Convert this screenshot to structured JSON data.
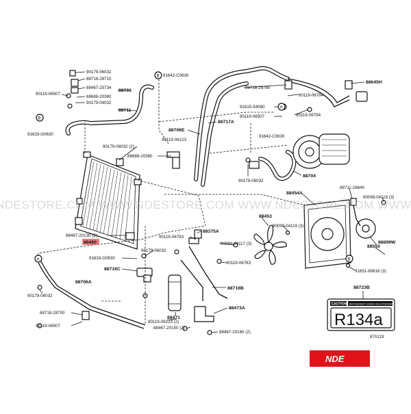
{
  "watermark": "NDESTORE.COM  WWW.NDESTORE.COM  WWW.NDESTORE.COM  WWW.NDESTORE.C",
  "brand": {
    "logo_text": "NDE",
    "logo_color": "#e0131b",
    "highlight_color": "#e86a6a"
  },
  "labels": [
    {
      "id": "p90179_06032_a",
      "text": "90179-06032"
    },
    {
      "id": "p88718_28710",
      "text": "88718-28710"
    },
    {
      "id": "p88467_25734",
      "text": "88467-25734"
    },
    {
      "id": "p90119_06507_a",
      "text": "90119-06507"
    },
    {
      "id": "p88688_20380_a",
      "text": "88688-20380"
    },
    {
      "id": "p90179_06032_b",
      "text": "90179-06032"
    },
    {
      "id": "p88703",
      "text": "88703"
    },
    {
      "id": "p88711",
      "text": "88711"
    },
    {
      "id": "p91633_g0630_a",
      "text": "91633-G0630"
    },
    {
      "id": "p91642_c0630",
      "text": "91642-C0630"
    },
    {
      "id": "p88718_28780",
      "text": "88718-28780"
    },
    {
      "id": "p90119_06794_a",
      "text": "90119-06794"
    },
    {
      "id": "p88645h",
      "text": "88645H"
    },
    {
      "id": "p93315_54080",
      "text": "93315-54080"
    },
    {
      "id": "p90119_06507_b",
      "text": "90119-06507"
    },
    {
      "id": "p90119_06794_b",
      "text": "90119-06794"
    },
    {
      "id": "p88717a",
      "text": "88717A"
    },
    {
      "id": "p88706e",
      "text": "88706E"
    },
    {
      "id": "p90119_06123_a",
      "text": "90119-06123"
    },
    {
      "id": "p91642_c0630_b",
      "text": "91642-C0630"
    },
    {
      "id": "p90179_06032_2",
      "text": "90179-06032 (2)"
    },
    {
      "id": "p88688_20380_b",
      "text": "88688-20380"
    },
    {
      "id": "p88704",
      "text": "88704"
    },
    {
      "id": "p90179_06032_c",
      "text": "90179-06032"
    },
    {
      "id": "p88711_28640",
      "text": "88711-28640"
    },
    {
      "id": "p90099_04119_3a",
      "text": "90099-04119 (3)"
    },
    {
      "id": "p88454a",
      "text": "88454A"
    },
    {
      "id": "p88453",
      "text": "88453"
    },
    {
      "id": "p90099_04119_3b",
      "text": "90099-04119 (3)"
    },
    {
      "id": "p88375a",
      "text": "88375A"
    },
    {
      "id": "p88467_20130",
      "text": "88467-20130 (2)"
    },
    {
      "id": "p88460",
      "text": "88460"
    },
    {
      "id": "p90119_06793",
      "text": "90119-06793"
    },
    {
      "id": "p90099_04117",
      "text": "90099-04117 (3)"
    },
    {
      "id": "p88550",
      "text": "88550"
    },
    {
      "id": "p88899w",
      "text": "88899W"
    },
    {
      "id": "p91633_g0630_b",
      "text": "91633-G0630"
    },
    {
      "id": "p90179_06032_d",
      "text": "90179-06032"
    },
    {
      "id": "p90119_06783",
      "text": "90119-06783"
    },
    {
      "id": "p88716c",
      "text": "88716C"
    },
    {
      "id": "p91651_80616",
      "text": "91651-80616 (3)"
    },
    {
      "id": "p88706a",
      "text": "88706A"
    },
    {
      "id": "p88716b",
      "text": "88716B"
    },
    {
      "id": "p88723b",
      "text": "88723B"
    },
    {
      "id": "p90179_06032_e",
      "text": "90179-06032"
    },
    {
      "id": "p88473a",
      "text": "88473A"
    },
    {
      "id": "p88718_28700",
      "text": "88718-28700"
    },
    {
      "id": "p88471",
      "text": "88471"
    },
    {
      "id": "p90119_06507_c",
      "text": "90119-06507"
    },
    {
      "id": "p90119_06123_b",
      "text": "90119-06123 (2)"
    },
    {
      "id": "p88467_20150",
      "text": "88467-20150 (2)"
    },
    {
      "id": "p88467_20160",
      "text": "88467-20160 (2)"
    },
    {
      "id": "p870129",
      "text": "870129"
    }
  ],
  "callout_letters": {
    "a": "A",
    "b": "B"
  },
  "caution_plate": {
    "caution": "CAUTION",
    "fine_print": "REFRIGERANT UNDER HIGH PRESSURE",
    "refrigerant": "R134a"
  }
}
